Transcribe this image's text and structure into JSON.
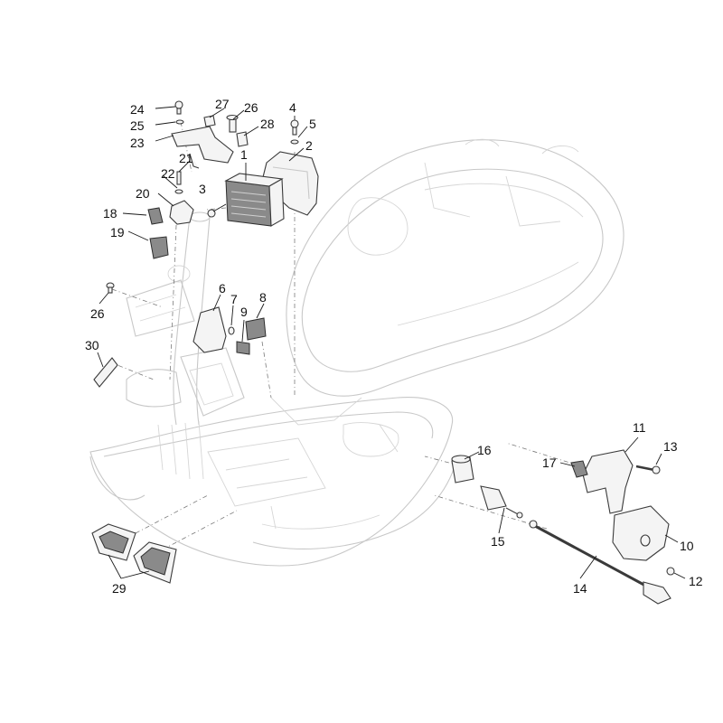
{
  "callouts": {
    "c1": "1",
    "c2": "2",
    "c3": "3",
    "c4": "4",
    "c5": "5",
    "c6": "6",
    "c7": "7",
    "c8": "8",
    "c9": "9",
    "c10": "10",
    "c11": "11",
    "c12": "12",
    "c13": "13",
    "c14": "14",
    "c15": "15",
    "c16": "16",
    "c17": "17",
    "c18": "18",
    "c19": "19",
    "c20": "20",
    "c21": "21",
    "c22": "22",
    "c23": "23",
    "c24": "24",
    "c25": "25",
    "c26a": "26",
    "c26b": "26",
    "c27": "27",
    "c28": "28",
    "c29": "29",
    "c30": "30"
  }
}
